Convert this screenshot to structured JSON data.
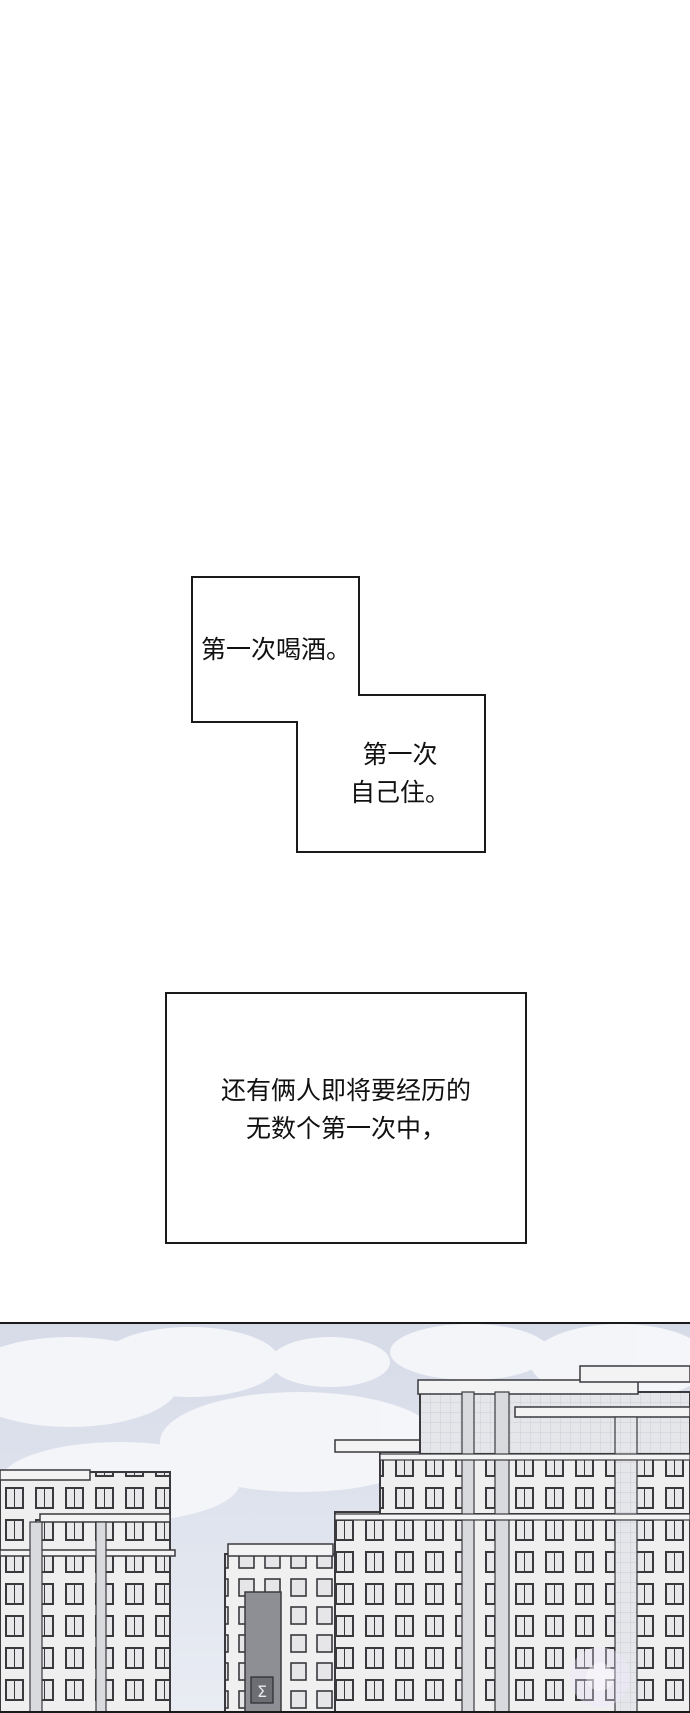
{
  "captions": {
    "first_drink": "第一次喝酒。",
    "living_alone_line1": "第一次",
    "living_alone_line2": "自己住。",
    "firsts_line1": "还有俩人即将要经历的",
    "firsts_line2": "无数个第一次中，"
  },
  "colors": {
    "background": "#ffffff",
    "border": "#1a1a1a",
    "text": "#111111",
    "sky": "#dfe3ee",
    "building": "#ededee"
  },
  "icon_names": {
    "building_sign": "sigma-sign-icon"
  }
}
